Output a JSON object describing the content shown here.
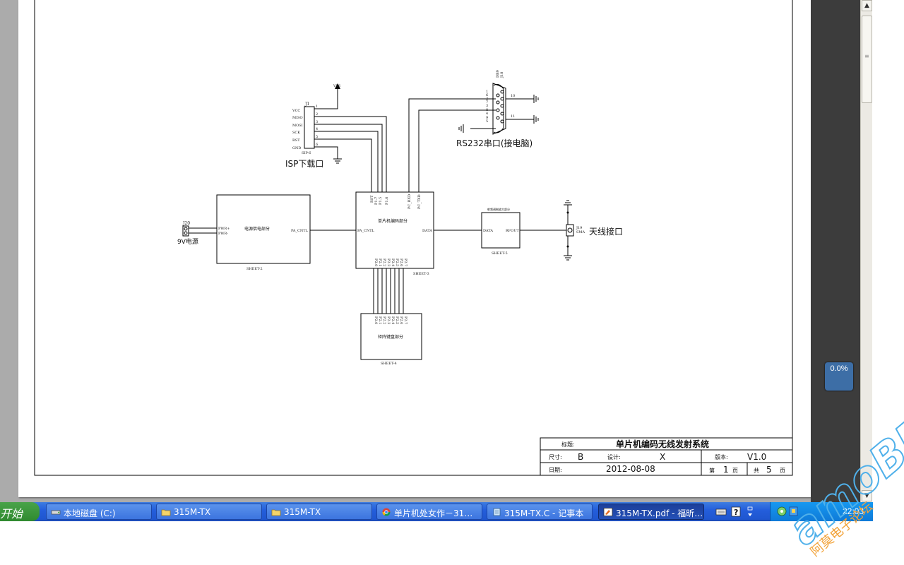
{
  "schematic": {
    "isp": {
      "designator": "J1",
      "pin_labels": [
        "VCC",
        "MISO",
        "MOSI",
        "SCK",
        "RST",
        "GND"
      ],
      "pin_numbers": [
        "1",
        "2",
        "3",
        "4",
        "5",
        "6"
      ],
      "part": "SIP-6",
      "label": "ISP下载口",
      "power_net": "V5S"
    },
    "db9": {
      "designator": "J18",
      "part": "DB9",
      "pins": [
        "1",
        "6",
        "2",
        "7",
        "3",
        "8",
        "4",
        "9",
        "5"
      ],
      "shell_pins": [
        "10",
        "11"
      ],
      "label": "RS232串口(接电脑)"
    },
    "power_conn": {
      "designator": "J20",
      "label": "9V电源",
      "nets": [
        "PWR+",
        "PWR-"
      ]
    },
    "sheet2": {
      "title": "电源供电部分",
      "port": "PA_CNTL",
      "sheet": "SHEET-2"
    },
    "sheet3": {
      "title": "单片机编码部分",
      "top_ports": [
        "RST",
        "P1.7",
        "P1.5",
        "P1.6",
        "PC_RXD",
        "PC_TXD"
      ],
      "left_port": "PA_CNTL",
      "right_port": "DATA",
      "bottom_ports": [
        "P2.0",
        "P2.1",
        "P2.2",
        "P2.3",
        "P2.4",
        "P2.5",
        "P2.6",
        "P2.7"
      ],
      "sheet": "SHEET-3"
    },
    "sheet4": {
      "title": "矩阵键盘部分",
      "ports": [
        "P2.0",
        "P2.1",
        "P2.2",
        "P2.3",
        "P2.4",
        "P2.5",
        "P2.6",
        "P2.7"
      ],
      "sheet": "SHEET-4"
    },
    "sheet5": {
      "title": "射频调制放大部分",
      "port_in": "DATA",
      "port_out": "RFOUT",
      "sheet": "SHEET-5"
    },
    "antenna": {
      "designator": "J19",
      "part": "SMA",
      "label": "天线接口"
    }
  },
  "title_block": {
    "title_label": "标题:",
    "title": "单片机编码无线发射系统",
    "size_label": "尺寸:",
    "size": "B",
    "design_label": "设计:",
    "design": "X",
    "version_label": "版本:",
    "version": "V1.0",
    "date_label": "日期:",
    "date": "2012-08-08",
    "page_prefix": "第",
    "page_num": "1",
    "page_unit": "页",
    "total_prefix": "共",
    "total_num": "5",
    "total_unit": "页"
  },
  "viewer": {
    "zoom_badge": "0.0%"
  },
  "taskbar": {
    "start": "开始",
    "buttons": [
      {
        "label": "本地磁盘 (C:)",
        "icon": "drive-icon"
      },
      {
        "label": "315M-TX",
        "icon": "folder-icon"
      },
      {
        "label": "315M-TX",
        "icon": "folder-icon"
      },
      {
        "label": "单片机处女作－31…",
        "icon": "chrome-icon"
      },
      {
        "label": "315M-TX.C - 记事本",
        "icon": "notepad-icon"
      },
      {
        "label": "315M-TX.pdf - 福昕…",
        "icon": "foxit-icon"
      }
    ],
    "clock": "22:03"
  },
  "watermark": {
    "text": "amoBBS",
    "subtext": "阿莫电子论坛"
  },
  "colors": {
    "taskbar": "#245edc",
    "start": "#3a9a3a",
    "tray": "#0f7ad8",
    "viewer_bg": "#ababab",
    "zoom_badge": "#3d6ea6",
    "watermark": "#4fb0ea"
  }
}
